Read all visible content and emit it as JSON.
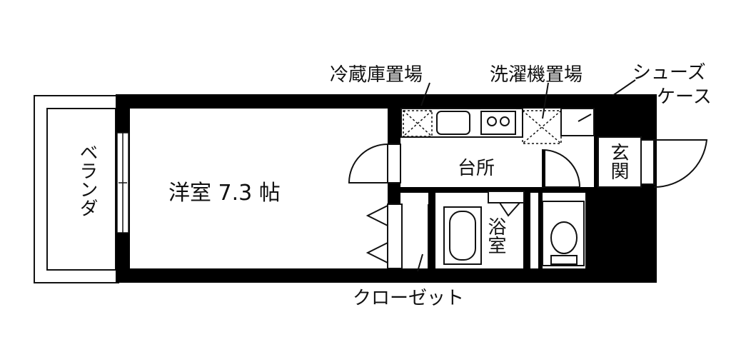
{
  "labels": {
    "fridge_space": "冷蔵庫置場",
    "washer_space": "洗濯機置場",
    "shoe_case_line1": "シューズ",
    "shoe_case_line2": "ケース",
    "veranda": "ベランダ",
    "western_room": "洋室 7.3 帖",
    "kitchen": "台所",
    "entrance": "玄関",
    "bathroom": "浴室",
    "closet": "クローゼット"
  },
  "colors": {
    "wall": "#000000",
    "line": "#111111",
    "background": "#ffffff"
  }
}
